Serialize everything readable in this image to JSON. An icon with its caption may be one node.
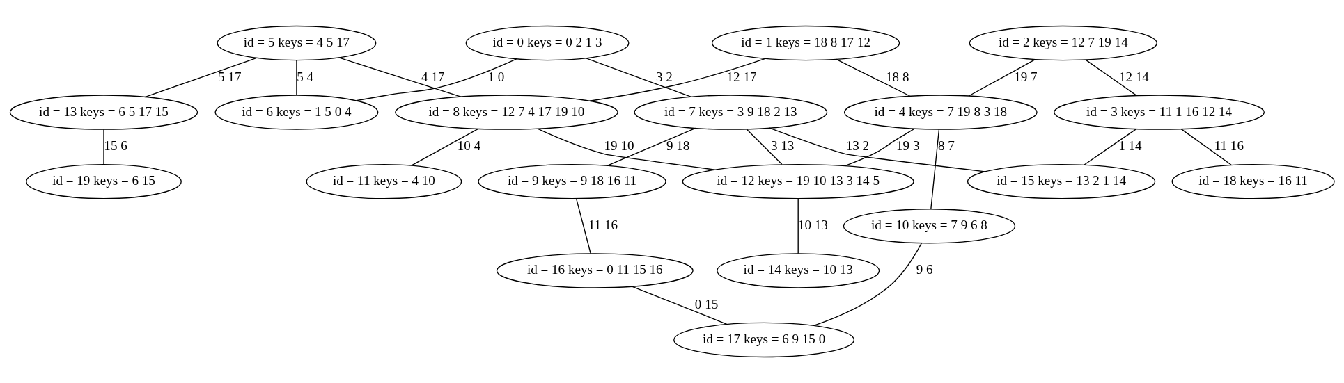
{
  "diagram": {
    "nodes": [
      {
        "text": [
          "id = 5 keys = 4 5 17"
        ]
      },
      {
        "text": [
          "id = 0 keys = 0 2 1 3"
        ]
      },
      {
        "text": [
          "id = 1 keys = 18 8 17 12"
        ]
      },
      {
        "text": [
          "id = 2 keys = 12 7 19 14"
        ]
      },
      {
        "text": [
          "id = 13 keys = 6 5 17 15"
        ]
      },
      {
        "text": [
          "id = 6 keys = 1 5 0 4"
        ]
      },
      {
        "text": [
          "id = 8 keys = 12 7 4 17 19 10"
        ]
      },
      {
        "text": [
          "id = 7 keys = 3 9 18 2 13"
        ]
      },
      {
        "text": [
          "id = 4 keys = 7 19 8 3 18"
        ]
      },
      {
        "text": [
          "id = 3 keys = 11 1 16 12 14"
        ]
      },
      {
        "text": [
          "id = 19 keys = 6 15"
        ]
      },
      {
        "text": [
          "id = 11 keys = 4 10"
        ]
      },
      {
        "text": [
          "id = 12 keys = 19 10 13 3 14 5"
        ]
      },
      {
        "text": [
          "id = 9 keys = 9 18 16 11"
        ]
      },
      {
        "text": [
          "id = 15 keys = 13 2 1 14"
        ]
      },
      {
        "text": [
          "id = 18 keys = 16 11"
        ]
      },
      {
        "text": [
          "id = 10 keys = 7 9 6 8"
        ]
      },
      {
        "text": [
          "id = 14 keys = 10 13"
        ]
      },
      {
        "text": [
          "id = 16 keys = 0 11 15 16"
        ]
      },
      {
        "text": [
          "id = 17 keys = 6 9 15 0"
        ]
      }
    ],
    "edges": [
      {
        "from": 0,
        "to": 4,
        "arrow": "none",
        "label": "5 17"
      },
      {
        "from": 0,
        "to": 5,
        "arrow": "none",
        "label": "5 4"
      },
      {
        "from": 0,
        "to": 6,
        "arrow": "none",
        "label": "4 17"
      },
      {
        "from": 1,
        "to": 5,
        "arrow": "none",
        "label": "1 0"
      },
      {
        "from": 1,
        "to": 7,
        "arrow": "none",
        "label": "3 2"
      },
      {
        "from": 2,
        "to": 6,
        "arrow": "none",
        "label": "12 17"
      },
      {
        "from": 2,
        "to": 8,
        "arrow": "none",
        "label": "18 8"
      },
      {
        "from": 3,
        "to": 8,
        "arrow": "none",
        "label": "19 7"
      },
      {
        "from": 3,
        "to": 9,
        "arrow": "none",
        "label": "12 14"
      },
      {
        "from": 4,
        "to": 10,
        "arrow": "none",
        "label": "15 6"
      },
      {
        "from": 6,
        "to": 11,
        "arrow": "none",
        "label": "10 4"
      },
      {
        "from": 6,
        "to": 12,
        "arrow": "none",
        "label": "19 10"
      },
      {
        "from": 7,
        "to": 12,
        "arrow": "none",
        "label": "3 13"
      },
      {
        "from": 7,
        "to": 13,
        "arrow": "none",
        "label": "9 18"
      },
      {
        "from": 7,
        "to": 14,
        "arrow": "none",
        "label": "13 2"
      },
      {
        "from": 8,
        "to": 12,
        "arrow": "none",
        "label": "19 3"
      },
      {
        "from": 8,
        "to": 16,
        "arrow": "none",
        "label": "8 7"
      },
      {
        "from": 9,
        "to": 14,
        "arrow": "none",
        "label": "1 14"
      },
      {
        "from": 9,
        "to": 15,
        "arrow": "none",
        "label": "11 16"
      },
      {
        "from": 12,
        "to": 17,
        "arrow": "none",
        "label": "10 13"
      },
      {
        "from": 13,
        "to": 18,
        "arrow": "none",
        "label": "11 16"
      },
      {
        "from": 18,
        "to": 19,
        "arrow": "none",
        "label": "0 15"
      },
      {
        "from": 16,
        "to": 19,
        "arrow": "none",
        "label": "9 6"
      }
    ]
  }
}
